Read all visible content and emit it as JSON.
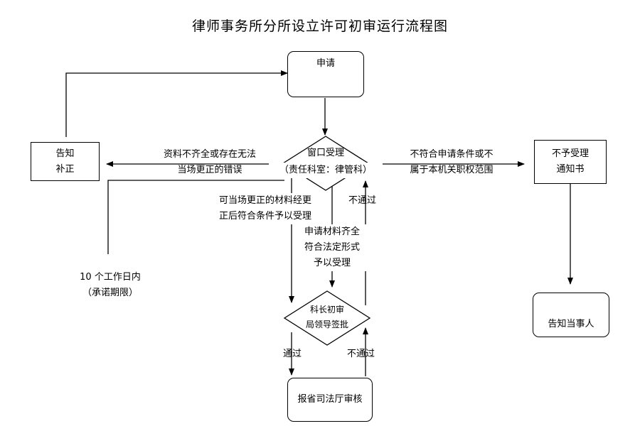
{
  "title": "律师事务所分所设立许可初审运行流程图",
  "nodes": {
    "apply": "申请",
    "notify_correct": [
      "告知",
      "补正"
    ],
    "window_accept": [
      "窗口受理",
      "（责任科室：律管科）"
    ],
    "reject_notice": [
      "不予受理",
      "通知书"
    ],
    "inform_party": "告知当事人",
    "review": [
      "科长初审",
      "局领导签批"
    ],
    "provincial_review": "报省司法厅审核"
  },
  "edge_labels": {
    "incomplete": [
      "资料不齐全或存在无法",
      "当场更正的错误"
    ],
    "not_eligible": [
      "不符合申请条件或不",
      "属于本机关职权范围"
    ],
    "correctable": [
      "可当场更正的材料经更",
      "正后符合条件予以受理"
    ],
    "not_pass_up": "不通过",
    "complete": [
      "申请材料齐全",
      "符合法定形式",
      "予以受理"
    ],
    "deadline": [
      "10 个工作日内",
      "（承诺期限）"
    ],
    "pass": "通过",
    "not_pass_down": "不通过"
  }
}
